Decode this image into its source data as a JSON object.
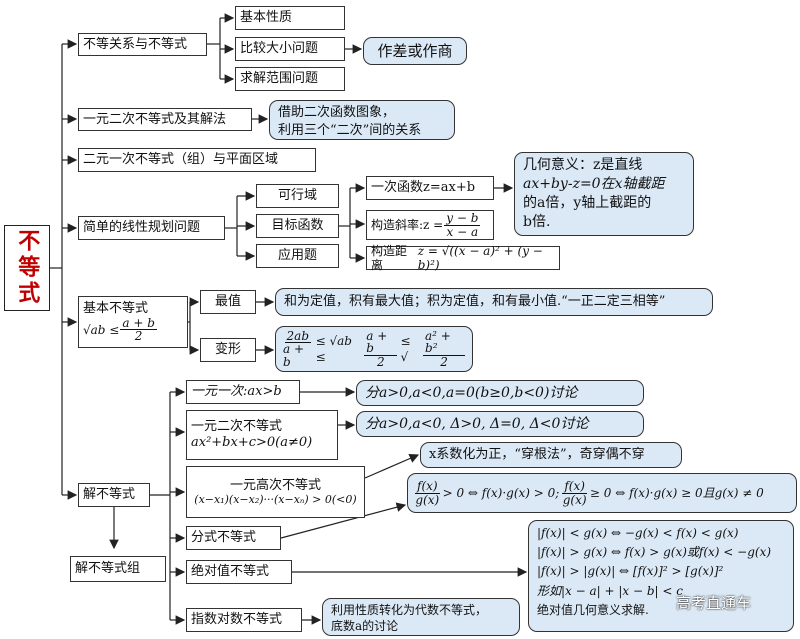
{
  "root": {
    "label": "不等式"
  },
  "b1": {
    "label": "不等关系与不等式",
    "children": [
      "基本性质",
      "比较大小问题",
      "求解范围问题"
    ],
    "note": "作差或作商"
  },
  "b2": {
    "label": "一元二次不等式及其解法",
    "note_line1": "借助二次函数图象，",
    "note_line2": "利用三个“二次”间的关系"
  },
  "b3": {
    "label": "二元一次不等式（组）与平面区域"
  },
  "b4": {
    "label": "简单的线性规划问题",
    "children": [
      "可行域",
      "目标函数",
      "应用题"
    ],
    "obj1": "一次函数z=ax+b",
    "obj2_prefix": "构造斜率:z =",
    "obj2_num": "y − b",
    "obj2_den": "x − a",
    "obj3_prefix": "构造距离",
    "obj3_formula": "z = √((x − a)² + (y − b)²)",
    "geo_line1": "几何意义：z是直线",
    "geo_line2": "ax+by-z=0在x轴截距",
    "geo_line3": "的a倍，y轴上截距的",
    "geo_line4": "b倍."
  },
  "b5": {
    "label": "基本不等式",
    "formula_left": "√ab ≤",
    "formula_num": "a + b",
    "formula_den": "2",
    "children": [
      "最值",
      "变形"
    ],
    "maxmin": "和为定值，积有最大值；积为定值，和有最小值.“一正二定三相等”",
    "chain_num1": "2ab",
    "chain_den1": "a + b",
    "chain_mid": "≤ √ab ≤",
    "chain_num2": "a + b",
    "chain_den2": "2",
    "chain_sqrt_prefix": "≤ √",
    "chain_num3": "a² + b²",
    "chain_den3": "2"
  },
  "b6": {
    "label": "解不等式",
    "system": "解不等式组",
    "lin": "一元一次:ax>b",
    "lin_note": "分a>0,a<0,a=0(b≥0,b<0)讨论",
    "quad_line1": "一元二次不等式",
    "quad_line2": "ax²+bx+c>0(a≠0)",
    "quad_note": "分a>0,a<0, Δ>0, Δ=0, Δ<0讨论",
    "high_line1": "一元高次不等式",
    "high_line2": "(x−x₁)(x−x₂)···(x−xₙ) > 0(<0)",
    "high_note": "x系数化为正，“穿根法”，奇穿偶不穿",
    "frac": "分式不等式",
    "frac_note_a": "f(x)",
    "frac_note_b": "g(x)",
    "frac_note_1": "> 0 ⇔ f(x)·g(x) > 0;",
    "frac_note_2": "≥ 0 ⇔ f(x)·g(x) ≥ 0且g(x) ≠ 0",
    "abs": "绝对值不等式",
    "abs_line1": "|f(x)| < g(x) ⇔ −g(x) < f(x) < g(x)",
    "abs_line2": "|f(x)| > g(x) ⇔ f(x) > g(x)或f(x) < −g(x)",
    "abs_line3": "|f(x)| > |g(x)| ⇔ [f(x)]² > [g(x)]²",
    "abs_line4": "形如|x − a| + |x − b| < c",
    "abs_line5": "绝对值几何意义求解.",
    "explog": "指数对数不等式",
    "explog_line1": "利用性质转化为代数不等式，",
    "explog_line2": "底数a的讨论"
  },
  "watermark": "高考直通车"
}
